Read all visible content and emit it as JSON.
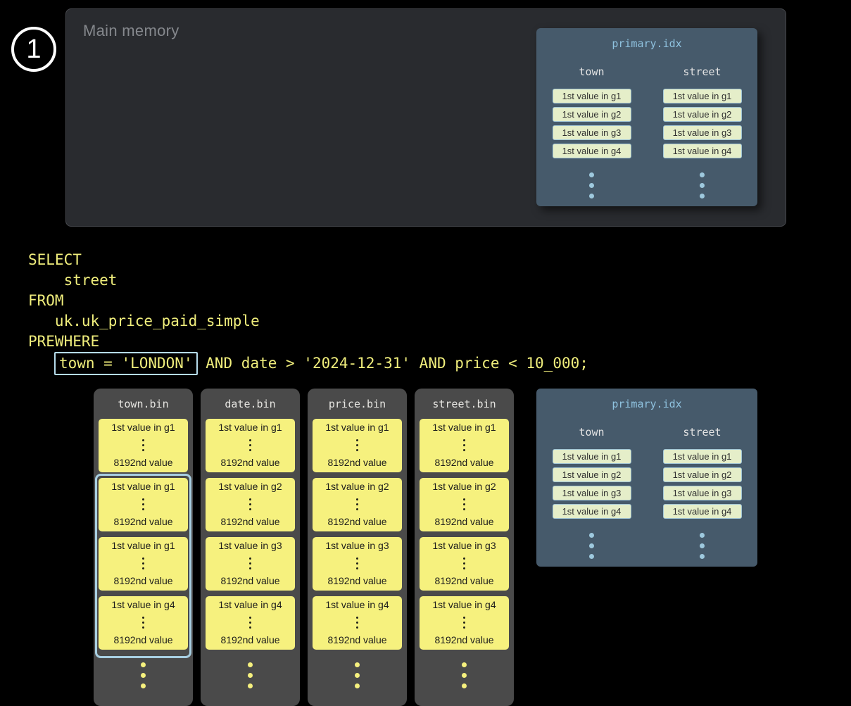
{
  "colors": {
    "background": "#000000",
    "memory_panel_bg": "#292b2f",
    "memory_label": "#85888d",
    "index_panel_bg": "#465a6b",
    "index_title": "#8fc2df",
    "index_cell_bg": "#e5eec9",
    "index_cell_border": "#a2c6d6",
    "index_dots": "#9ec9de",
    "sql_text": "#f0ee7c",
    "sql_highlight_border": "#b5dbeb",
    "bin_panel_bg": "#4a4a4a",
    "granule_bg": "#f6f17e",
    "selection_border": "#a8cfe2"
  },
  "step_badge": {
    "number": "1"
  },
  "main_memory": {
    "label": "Main memory"
  },
  "primary_index": {
    "title": "primary.idx",
    "town_header": "town",
    "street_header": "street",
    "town_cells": [
      "1st value in g1",
      "1st value in g2",
      "1st value in g3",
      "1st value in g4"
    ],
    "street_cells": [
      "1st value in g1",
      "1st value in g2",
      "1st value in g3",
      "1st value in g4"
    ]
  },
  "sql": {
    "line1": "SELECT",
    "line2": "    street",
    "line3": "FROM",
    "line4": "   uk.uk_price_paid_simple",
    "line5": "PREWHERE",
    "line6_indent": "   ",
    "line6_highlight": "town = 'LONDON'",
    "line6_rest": " AND date > '2024-12-31' AND price < 10_000;"
  },
  "bins": [
    {
      "title": "town.bin",
      "granules": [
        {
          "top": "1st value in g1",
          "bottom": "8192nd value"
        },
        {
          "top": "1st value in g1",
          "bottom": "8192nd value"
        },
        {
          "top": "1st value in g1",
          "bottom": "8192nd value"
        },
        {
          "top": "1st value in g4",
          "bottom": "8192nd value"
        }
      ]
    },
    {
      "title": "date.bin",
      "granules": [
        {
          "top": "1st value in g1",
          "bottom": "8192nd value"
        },
        {
          "top": "1st value in g2",
          "bottom": "8192nd value"
        },
        {
          "top": "1st value in g3",
          "bottom": "8192nd value"
        },
        {
          "top": "1st value in g4",
          "bottom": "8192nd value"
        }
      ]
    },
    {
      "title": "price.bin",
      "granules": [
        {
          "top": "1st value in g1",
          "bottom": "8192nd value"
        },
        {
          "top": "1st value in g2",
          "bottom": "8192nd value"
        },
        {
          "top": "1st value in g3",
          "bottom": "8192nd value"
        },
        {
          "top": "1st value in g4",
          "bottom": "8192nd value"
        }
      ]
    },
    {
      "title": "street.bin",
      "granules": [
        {
          "top": "1st value in g1",
          "bottom": "8192nd value"
        },
        {
          "top": "1st value in g2",
          "bottom": "8192nd value"
        },
        {
          "top": "1st value in g3",
          "bottom": "8192nd value"
        },
        {
          "top": "1st value in g4",
          "bottom": "8192nd value"
        }
      ]
    }
  ]
}
